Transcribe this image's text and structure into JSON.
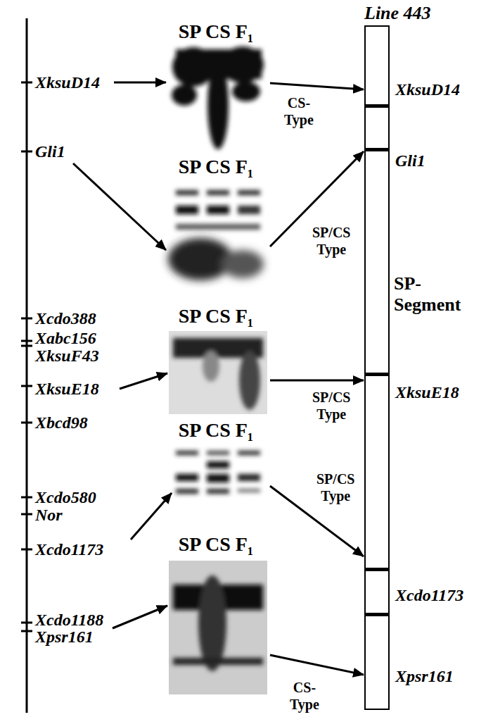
{
  "diagram": {
    "nodes": [
      {
        "text": [
          "SP CS F₁"
        ]
      },
      {
        "text": [
          "SP CS F₁"
        ]
      },
      {
        "text": [
          "SP CS F₁"
        ]
      },
      {
        "text": [
          "SP CS F₁"
        ]
      },
      {
        "text": [
          "SP CS F₁"
        ]
      },
      {
        "text": [
          "Line 443"
        ]
      }
    ],
    "edges": [
      {
        "from": 0,
        "to": 5,
        "arrow": "to",
        "label": "CS-Type"
      },
      {
        "from": 1,
        "to": 5,
        "arrow": "to",
        "label": "SP/CS Type"
      },
      {
        "from": 2,
        "to": 5,
        "arrow": "to",
        "label": "SP/CS Type"
      },
      {
        "from": 3,
        "to": 5,
        "arrow": "to",
        "label": "SP/CS Type"
      },
      {
        "from": 4,
        "to": 5,
        "arrow": "to",
        "label": "CS-Type"
      }
    ],
    "labels": [
      "XksuD14",
      "Gli1",
      "Xcdo388",
      "Xabc156",
      "XksuF43",
      "XksuE18",
      "Xbcd98",
      "Xcdo580",
      "Nor",
      "Xcdo1173",
      "Xcdo1188",
      "Xpsr161",
      "XksuD14",
      "Gli1",
      "SP- Segment",
      "XksuE18",
      "Xcdo1173",
      "Xpsr161"
    ]
  }
}
